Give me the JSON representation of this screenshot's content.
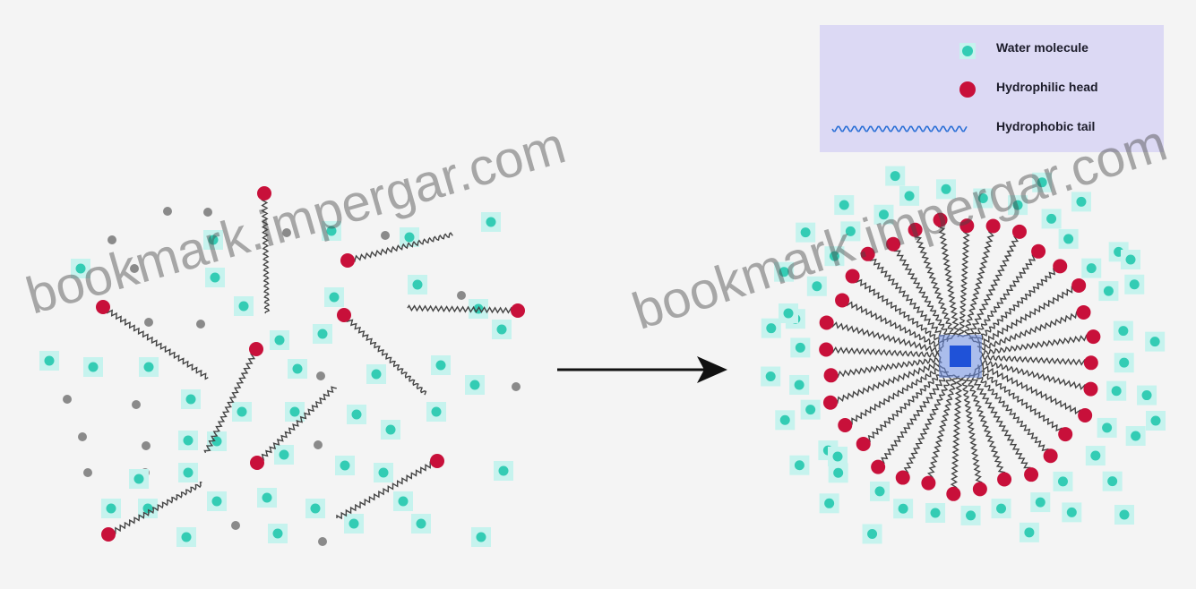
{
  "legend": {
    "items": [
      {
        "label": "Water molecule",
        "icon": "water-molecule-icon",
        "color": "#33ccb4"
      },
      {
        "label": "Hydrophilic head",
        "icon": "hydrophilic-head-icon",
        "color": "#c8103a"
      },
      {
        "label": "Hydrophobic tail",
        "icon": "hydrophobic-tail-icon",
        "color": "#2a6fd6"
      }
    ]
  },
  "watermark": "bookmark.impergar.com",
  "colors": {
    "background": "#f4f4f4",
    "water": "#33ccb4",
    "water_halo": "#c6f3ee",
    "grey_molecule": "#8a8a8a",
    "head": "#c8103a",
    "tail": "#444444",
    "core": "#1f52d8",
    "arrow": "#111111"
  }
}
